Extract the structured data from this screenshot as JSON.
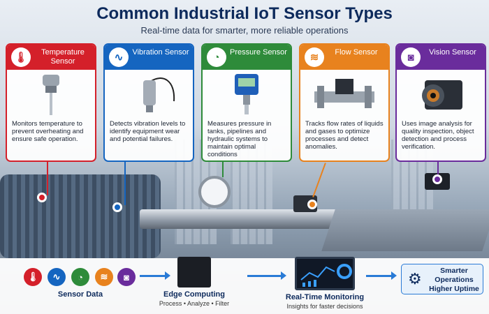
{
  "header": {
    "title": "Common Industrial IoT Sensor Types",
    "subtitle": "Real-time data for smarter, more reliable operations"
  },
  "cards": [
    {
      "title": "Temperature Sensor",
      "desc": "Monitors temperature to prevent overheating and ensure safe operation.",
      "color": "#d4202a",
      "icon": "thermometer-icon"
    },
    {
      "title": "Vibration Sensor",
      "desc": "Detects vibration levels to identify equipment wear and potential failures.",
      "color": "#1565c0",
      "icon": "waveform-icon"
    },
    {
      "title": "Pressure Sensor",
      "desc": "Measures pressure in tanks, pipelines and hydraulic systems to maintain optimal conditions",
      "color": "#2e8b3a",
      "icon": "gauge-icon"
    },
    {
      "title": "Flow Sensor",
      "desc": "Tracks flow rates of liquids and gases to optimize processes and detect anomalies.",
      "color": "#e8821e",
      "icon": "waves-icon"
    },
    {
      "title": "Vision Sensor",
      "desc": "Uses image analysis for quality inspection, object detection and process verification.",
      "color": "#6a2c9c",
      "icon": "camera-icon"
    }
  ],
  "flow": {
    "sensor_data": "Sensor Data",
    "edge_title": "Edge Computing",
    "edge_sub": "Process • Analyze • Filter",
    "monitor_title": "Real-Time Monitoring",
    "monitor_sub": "Insights for faster decisions",
    "outcome": "Smarter Operations Higher Uptime"
  }
}
